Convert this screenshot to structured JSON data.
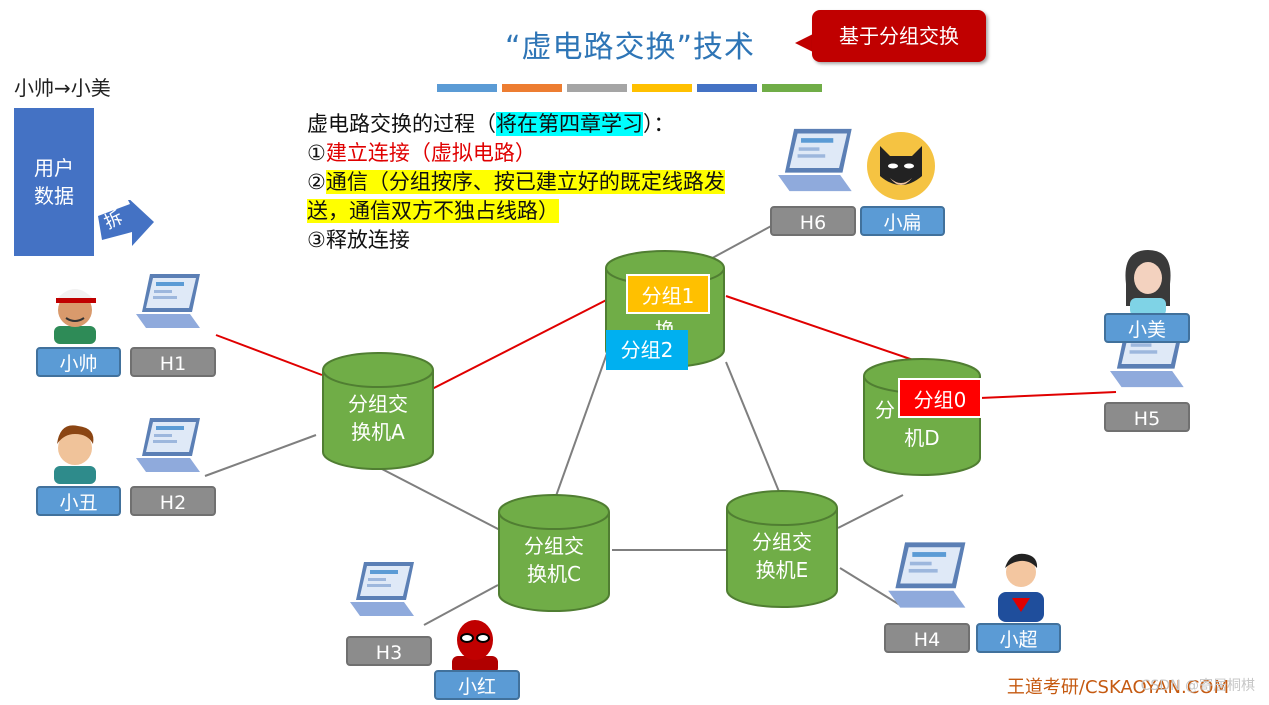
{
  "title": "“虚电路交换”技术",
  "callout": "基于分组交换",
  "stripe_colors": [
    "#5b9bd5",
    "#ed7d31",
    "#a5a5a5",
    "#ffc000",
    "#4472c4",
    "#70ad47"
  ],
  "route_label": "小帅→小美",
  "user_data_line1": "用户",
  "user_data_line2": "数据",
  "split_label": "拆",
  "process": {
    "intro_prefix": "虚电路交换的过程（",
    "intro_highlight": "将在第四章学习",
    "intro_suffix": "）：",
    "step1_num": "①",
    "step1_text": "建立连接（虚拟电路）",
    "step2_num": "②",
    "step2_text": "通信（分组按序、按已建立好的既定线路发送，通信双方不独占线路）",
    "step3": "③释放连接"
  },
  "switches": {
    "A": {
      "line1": "分组交",
      "line2": "换机A"
    },
    "B": {
      "line1": "分",
      "line2": "换"
    },
    "C": {
      "line1": "分组交",
      "line2": "换机C"
    },
    "D": {
      "line1": "分",
      "line2": "机D"
    },
    "E": {
      "line1": "分组交",
      "line2": "换机E"
    }
  },
  "hosts": {
    "H1": "H1",
    "H2": "H2",
    "H3": "H3",
    "H4": "H4",
    "H5": "H5",
    "H6": "H6"
  },
  "people": {
    "xiaoshuai": "小帅",
    "xiaochou": "小丑",
    "xiaohong": "小红",
    "xiaochao": "小超",
    "xiaomei": "小美",
    "xiaobian": "小扁"
  },
  "packets": {
    "p0": "分组0",
    "p1": "分组1",
    "p2": "分组2"
  },
  "colors": {
    "switch_fill": "#70ad47",
    "switch_stroke": "#507e32",
    "circuit": "#e00000",
    "link": "#7f7f7f",
    "packet0": "#ff0000",
    "packet1": "#ffc000",
    "packet2": "#00b0f0"
  },
  "footer": "王道考研/CSKAOYAN.COM",
  "watermark": "CSDN @寄居桐棋"
}
